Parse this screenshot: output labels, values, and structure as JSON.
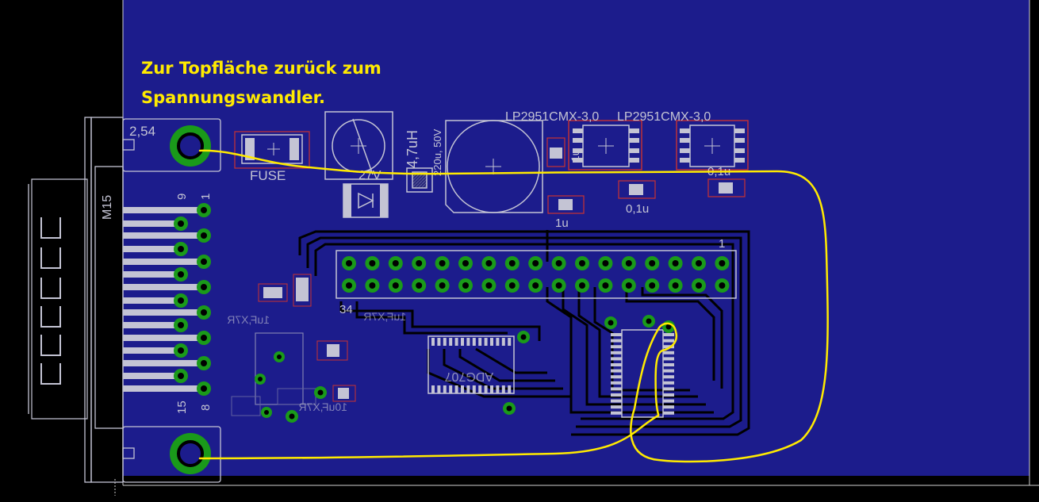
{
  "annotation": {
    "line1": "Zur Topfläche zurück zum",
    "line2": "Spannungswandler."
  },
  "labels": {
    "pitch": "2,54",
    "connector_name": "M15",
    "connector_pin_1": "1",
    "connector_pin_8": "8",
    "connector_pin_9": "9",
    "connector_pin_15": "15",
    "fuse": "FUSE",
    "zener": "27V",
    "inductor": "4,7uH",
    "elcap": "220u, 50V",
    "regulator_1": "LP2951CMX-3,0",
    "regulator_2": "LP2951CMX-3,0",
    "cap_1u_a": "1u",
    "cap_1u_b": "1u",
    "cap_01u_a": "0,1u",
    "cap_01u_b": "0,1u",
    "header_pin_1": "1",
    "header_pin_34": "34",
    "cap_left": "1uF,X7R",
    "cap_mid": "1uF,X7R",
    "cap_bot": "10uF,X7R",
    "adc": "ADG707"
  },
  "colors": {
    "board": "#1c1c8c",
    "silkscreen": "#c4c4d4",
    "trace": "#000000",
    "pad_ring": "#1a9a1a",
    "smd_outline": "#c83232",
    "annotation": "#ffea00"
  }
}
